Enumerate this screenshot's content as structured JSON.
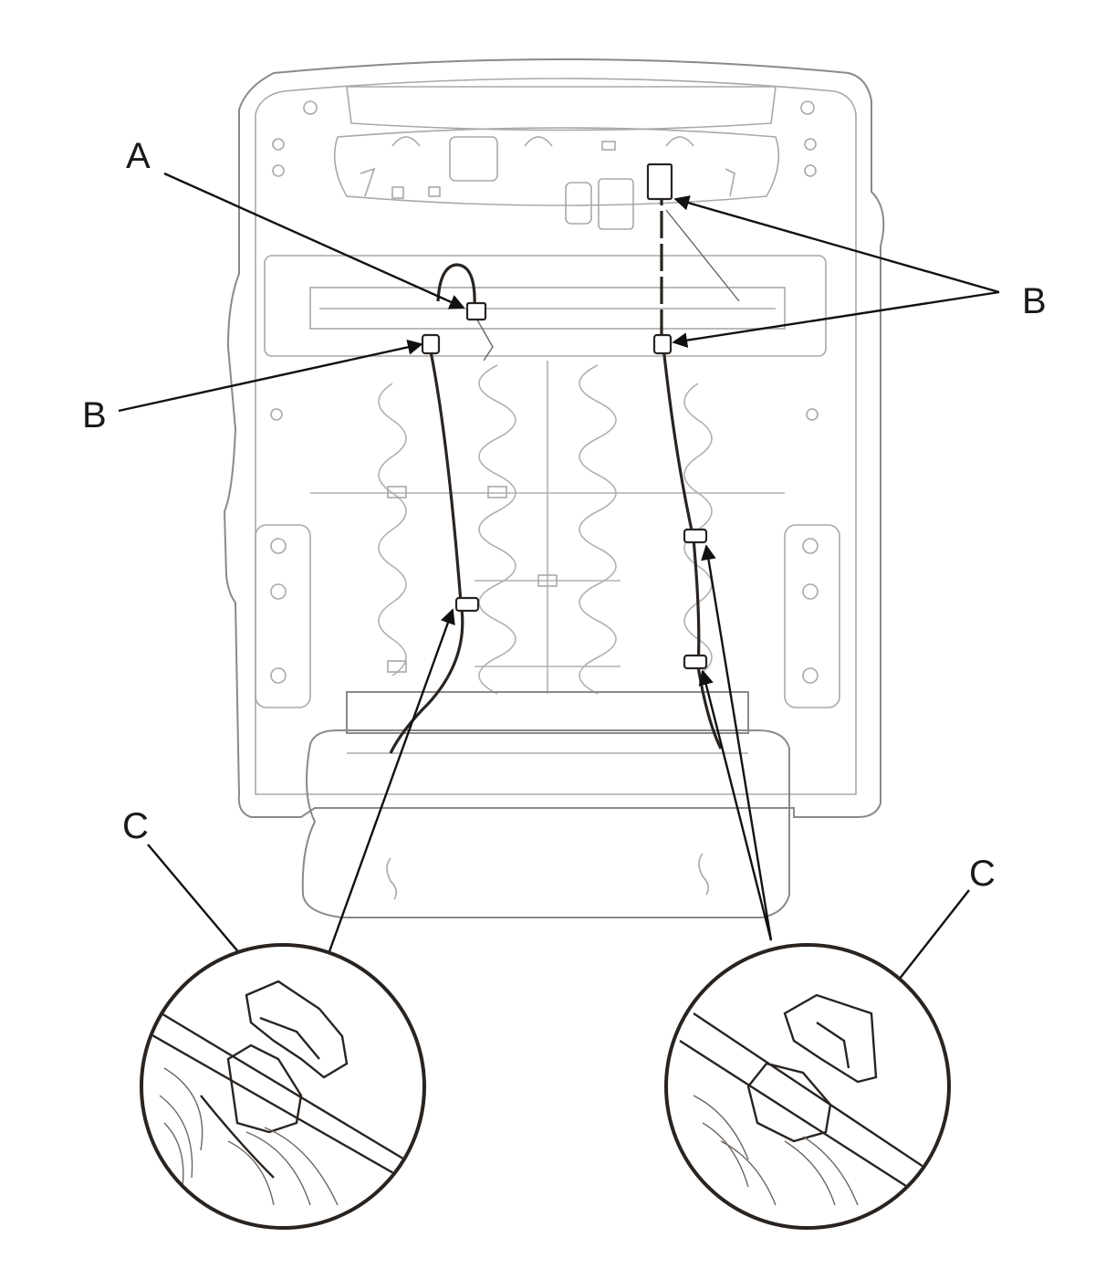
{
  "labels": {
    "a": "A",
    "b_left": "B",
    "b_right": "B",
    "c_left": "C",
    "c_right": "C"
  },
  "colors": {
    "line_dark": "#2a2420",
    "frame_gray": "#8a8a8a",
    "background": "#ffffff"
  }
}
